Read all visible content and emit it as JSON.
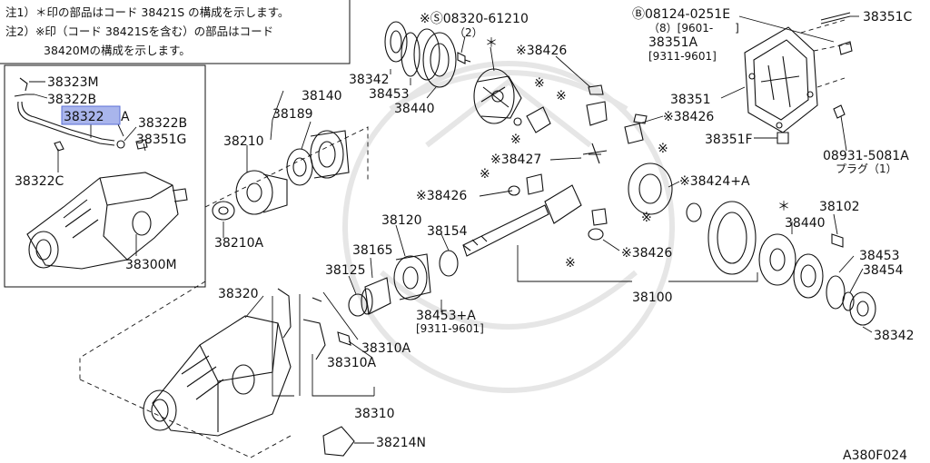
{
  "notes": {
    "line1": "注1）＊印の部品はコード 38421S の構成を示します。",
    "line2": "注2）※印（コード 38421Sを含む）の部品はコード",
    "line3": "38420Mの構成を示します。"
  },
  "inset_labels": {
    "p38323M": "38323M",
    "p38322B_top": "38322B",
    "p38322A_num": "38322",
    "p38322A_suffix": "A",
    "p38322B": "38322B",
    "p38351G": "38351G",
    "p38322C": "38322C",
    "p38300M": "38300M"
  },
  "labels": {
    "p38342_top": "38342",
    "p38453": "38453",
    "p38440": "38440",
    "bolt_code": "※Ⓢ08320-61210",
    "bolt_qty": "（2）",
    "asterisk_a": "＊",
    "p38426_a": "※38426",
    "bolt_b_code": "Ⓑ08124-0251E",
    "bolt_b_qty": "（8）[9601-　　]",
    "p38351A": "38351A",
    "p38351A_range": "[9311-9601]",
    "p38351C": "38351C",
    "p38351": "38351",
    "p38426_b": "※38426",
    "p38351F": "38351F",
    "p08931": "08931-5081A",
    "plug": "プラグ（1）",
    "p38140": "38140",
    "p38189": "38189",
    "p38210": "38210",
    "p38210A": "38210A",
    "p38427": "※38427",
    "p38426_c": "※38426",
    "p38424A": "※38424+A",
    "p38120": "38120",
    "p38154": "38154",
    "p38165": "38165",
    "p38125": "38125",
    "p38426_d": "※38426",
    "asterisk_b": "＊",
    "p38102": "38102",
    "p38440_r": "38440",
    "p38453_r": "38453",
    "p38454": "38454",
    "p38100": "38100",
    "p38453A": "38453+A",
    "p38453A_range": "[9311-9601]",
    "p38342_r": "38342",
    "p38320": "38320",
    "p38310A_1": "38310A",
    "p38310A_2": "38310A",
    "p38310": "38310",
    "p38214N": "38214N",
    "mark_1": "※",
    "mark_2": "※",
    "mark_3": "※",
    "mark_4": "※",
    "mark_5": "※",
    "mark_6": "※",
    "mark_7": "※",
    "figure_code": "A380F024"
  },
  "colors": {
    "highlight": "#a9b5ec",
    "ink": "#111111",
    "watermark": "#e6e6e6"
  }
}
